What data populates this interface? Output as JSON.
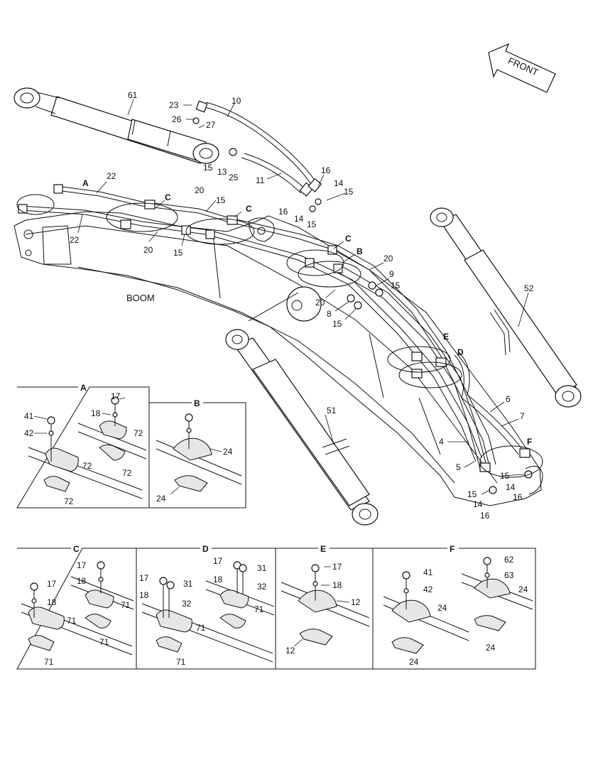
{
  "main_view": {
    "front_label": "FRONT",
    "boom_label": "BOOM",
    "part_labels": [
      {
        "id": "61",
        "text": "61"
      },
      {
        "id": "10",
        "text": "10"
      },
      {
        "id": "23",
        "text": "23"
      },
      {
        "id": "26",
        "text": "26"
      },
      {
        "id": "27",
        "text": "27"
      },
      {
        "id": "15a",
        "text": "15"
      },
      {
        "id": "13",
        "text": "13"
      },
      {
        "id": "25",
        "text": "25"
      },
      {
        "id": "11",
        "text": "11"
      },
      {
        "id": "16a",
        "text": "16"
      },
      {
        "id": "14a",
        "text": "14"
      },
      {
        "id": "15b",
        "text": "15"
      },
      {
        "id": "16b",
        "text": "16"
      },
      {
        "id": "14b",
        "text": "14"
      },
      {
        "id": "15c",
        "text": "15"
      },
      {
        "id": "A",
        "text": "A"
      },
      {
        "id": "22a",
        "text": "22"
      },
      {
        "id": "C1",
        "text": "C"
      },
      {
        "id": "20a",
        "text": "20"
      },
      {
        "id": "15d",
        "text": "15"
      },
      {
        "id": "C2",
        "text": "C"
      },
      {
        "id": "22b",
        "text": "22"
      },
      {
        "id": "20b",
        "text": "20"
      },
      {
        "id": "15e",
        "text": "15"
      },
      {
        "id": "C3",
        "text": "C"
      },
      {
        "id": "B",
        "text": "B"
      },
      {
        "id": "20c",
        "text": "20"
      },
      {
        "id": "9",
        "text": "9"
      },
      {
        "id": "15f",
        "text": "15"
      },
      {
        "id": "20d",
        "text": "20"
      },
      {
        "id": "8",
        "text": "8"
      },
      {
        "id": "15g",
        "text": "15"
      },
      {
        "id": "52",
        "text": "52"
      },
      {
        "id": "E",
        "text": "E"
      },
      {
        "id": "D",
        "text": "D"
      },
      {
        "id": "6",
        "text": "6"
      },
      {
        "id": "7",
        "text": "7"
      },
      {
        "id": "51",
        "text": "51"
      },
      {
        "id": "4",
        "text": "4"
      },
      {
        "id": "F",
        "text": "F"
      },
      {
        "id": "5",
        "text": "5"
      },
      {
        "id": "15h",
        "text": "15"
      },
      {
        "id": "14c",
        "text": "14"
      },
      {
        "id": "16c",
        "text": "16"
      },
      {
        "id": "15i",
        "text": "15"
      },
      {
        "id": "14d",
        "text": "14"
      },
      {
        "id": "16d",
        "text": "16"
      }
    ]
  },
  "details": {
    "A": {
      "title": "A",
      "labels": [
        "17",
        "18",
        "41",
        "42",
        "72",
        "72",
        "72",
        "72"
      ]
    },
    "B": {
      "title": "B",
      "labels": [
        "24",
        "24"
      ]
    },
    "C": {
      "title": "C",
      "labels": [
        "17",
        "18",
        "17",
        "18",
        "71",
        "71",
        "71",
        "71"
      ]
    },
    "D": {
      "title": "D",
      "labels": [
        "17",
        "31",
        "18",
        "32",
        "71",
        "17",
        "31",
        "18",
        "32",
        "71",
        "71"
      ]
    },
    "E": {
      "title": "E",
      "labels": [
        "17",
        "18",
        "12",
        "12"
      ]
    },
    "F": {
      "title": "F",
      "labels": [
        "62",
        "63",
        "24",
        "41",
        "42",
        "24",
        "24",
        "24"
      ]
    }
  }
}
